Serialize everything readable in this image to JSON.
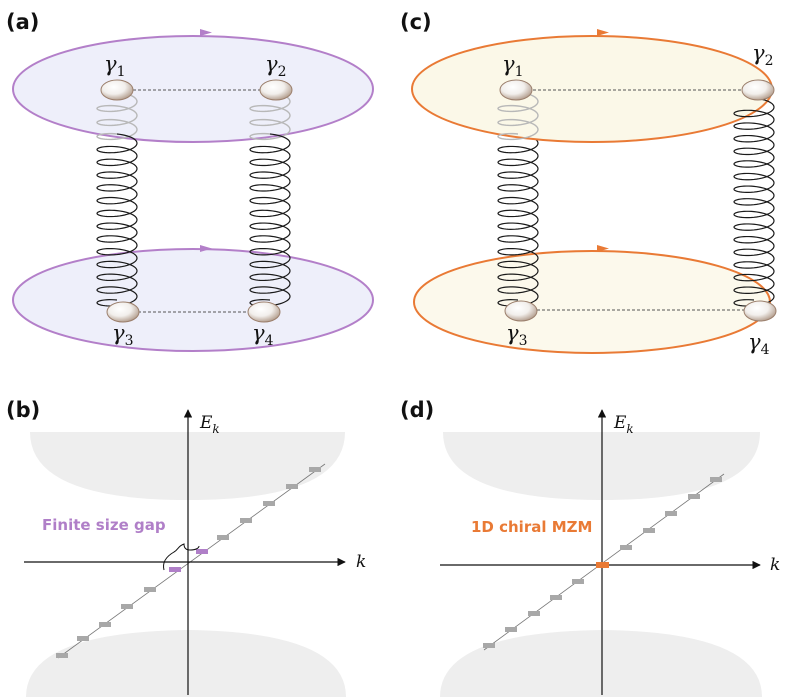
{
  "panels": {
    "a": {
      "label": "(a)",
      "gamma_labels": [
        {
          "base": "γ",
          "sub": "1"
        },
        {
          "base": "γ",
          "sub": "2"
        },
        {
          "base": "γ",
          "sub": "3"
        },
        {
          "base": "γ",
          "sub": "4"
        }
      ]
    },
    "c": {
      "label": "(c)",
      "gamma_labels": [
        {
          "base": "γ",
          "sub": "1"
        },
        {
          "base": "γ",
          "sub": "2"
        },
        {
          "base": "γ",
          "sub": "3"
        },
        {
          "base": "γ",
          "sub": "4"
        }
      ]
    },
    "b": {
      "label": "(b)",
      "y_axis": {
        "base": "E",
        "sub": "k"
      },
      "x_axis": "k",
      "annotation": "Finite size gap"
    },
    "d": {
      "label": "(d)",
      "y_axis": {
        "base": "E",
        "sub": "k"
      },
      "x_axis": "k",
      "annotation": "1D chiral MZM"
    }
  },
  "colors": {
    "ring_a": "#b37fc9",
    "disk_a": "#eeeffa",
    "ring_c": "#e97a35",
    "disk_c": "#fbf8e8",
    "disk_c_lower": "#fcf9ec",
    "spring": "#1a1a1a",
    "spring_faded": "#b8b8b8",
    "bulk_band": "#eeeeee",
    "level": "#a8a8a8",
    "gap_level_b": "#b07fc8",
    "zero_mode_d": "#e97a35"
  }
}
